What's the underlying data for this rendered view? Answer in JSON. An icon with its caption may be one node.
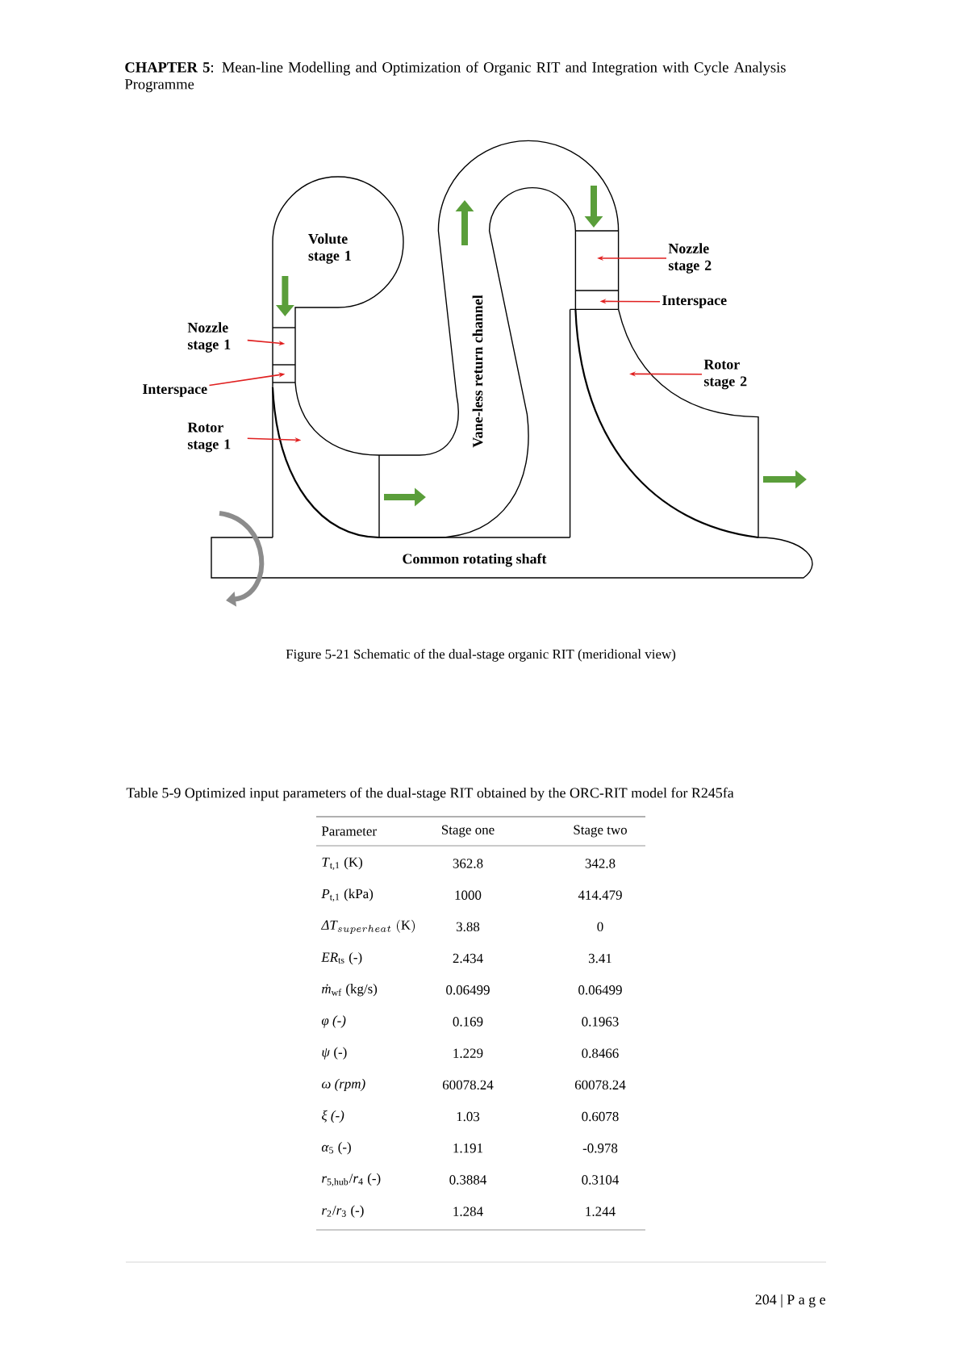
{
  "diagram": {
    "caption": "Figure 5-21 Schematic of the dual-stage organic RIT (meridional view)",
    "nodes": [
      {
        "text": [
          "Nozzle stage 1"
        ]
      },
      {
        "text": [
          "Interspace"
        ]
      },
      {
        "text": [
          "Rotor stage 1"
        ]
      },
      {
        "text": [
          "Nozzle stage 2"
        ]
      },
      {
        "text": [
          "Interspace"
        ]
      },
      {
        "text": [
          "Rotor stage 2"
        ]
      }
    ],
    "edges": [
      {
        "from": 0,
        "to": null,
        "arrow": "to"
      },
      {
        "from": 1,
        "to": null,
        "arrow": "to"
      },
      {
        "from": 2,
        "to": null,
        "arrow": "to"
      },
      {
        "from": 3,
        "to": null,
        "arrow": "to"
      },
      {
        "from": 4,
        "to": null,
        "arrow": "to"
      },
      {
        "from": 5,
        "to": null,
        "arrow": "to"
      }
    ],
    "labels": [
      "**CHAPTER 5**: Mean-line Modelling and Optimization of Organic RIT and Integration with Cycle Analysis Programme",
      "Volute stage 1",
      "Vane-less return channel",
      "Common rotating shaft",
      "Table 5-9 Optimized input parameters of the dual-stage RIT obtained by the ORC-RIT model for R245fa",
      "Parameter",
      "Stage one",
      "Stage two",
      "*T*$_{t,1}$ (K)",
      "362.8",
      "342.8",
      "*P*$_{t,1}$ (kPa)",
      "1000",
      "414.479",
      "\\mathit{ΔT}_{superheat}\\ \\mathrm{(K)}",
      "3.88",
      "0",
      "*ER*$_{ts}$ (-)",
      "2.434",
      "3.41",
      "*ṁ*$_{wf}$ (kg/s)",
      "0.06499",
      "0.06499",
      "*φ (-)*",
      "0.169",
      "0.1963",
      "*ψ* (-)",
      "1.229",
      "0.8466",
      "*ω (rpm)*",
      "60078.24",
      "60078.24",
      "*ξ (-)*",
      "1.03",
      "0.6078",
      "*α*$_{5}$ (-)",
      "1.191",
      "-0.978",
      "*r*$_{5,hub}$/*r*$_{4}$ (-)",
      "0.3884",
      "0.3104",
      "*r*$_{2}$/*r*$_{3}$ (-)",
      "1.284",
      "1.244",
      "204 | P a g e"
    ]
  }
}
